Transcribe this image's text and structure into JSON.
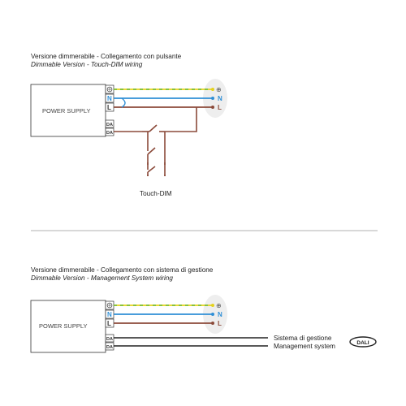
{
  "section1": {
    "title_it": "Versione dimmerabile - Collegamento con pulsante",
    "title_en": "Dimmable Version - Touch-DIM wiring",
    "box_label": "POWER SUPPLY",
    "terminal_n": "N",
    "terminal_l": "L",
    "terminal_da1": "DA",
    "terminal_da2": "DA",
    "touch_label": "Touch-DIM"
  },
  "section2": {
    "title_it": "Versione dimmerabile -  Collegamento con sistema di gestione",
    "title_en": "Dimmable Version - Management System wiring",
    "box_label": "POWER SUPPLY",
    "terminal_n": "N",
    "terminal_l": "L",
    "terminal_da1": "DA",
    "terminal_da2": "DA",
    "system_it": "Sistema di gestione",
    "system_en": "Management system",
    "dali_logo": "DALI"
  },
  "mains": {
    "earth_symbol": "⊕",
    "n_letter": "N",
    "l_letter": "L"
  },
  "colors": {
    "earth_green": "#7bbf3a",
    "earth_yellow": "#e6d21e",
    "neutral_blue": "#2f8fd6",
    "live_brown": "#8b4a3a",
    "black": "#222222"
  }
}
